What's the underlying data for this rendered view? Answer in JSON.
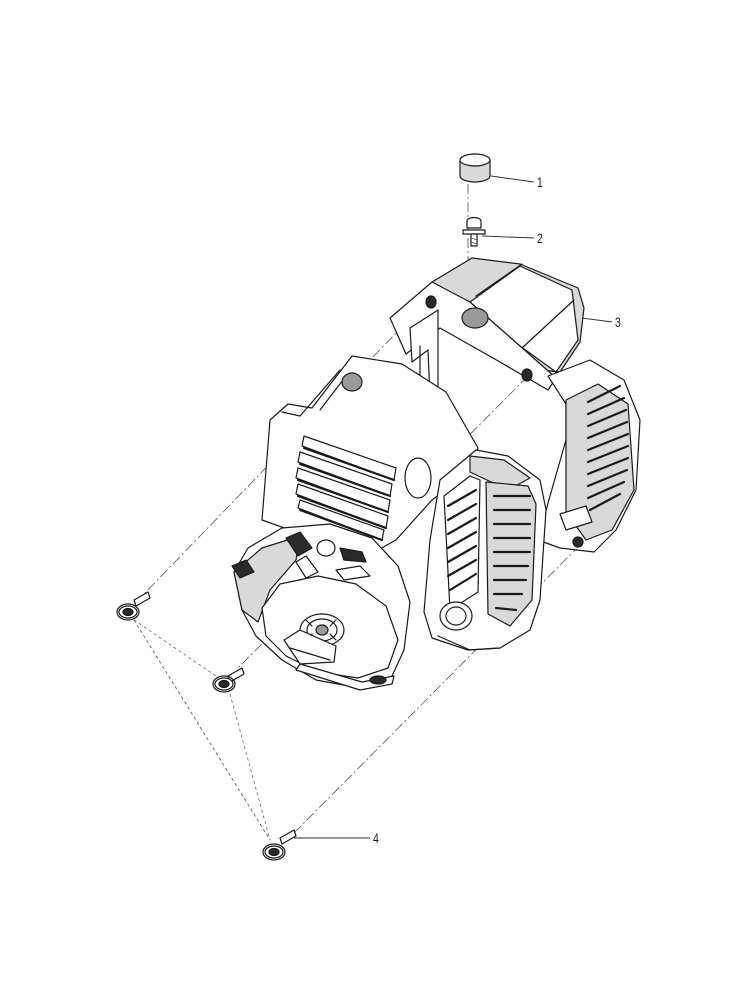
{
  "diagram": {
    "callouts": [
      {
        "id": "1",
        "label": "1"
      },
      {
        "id": "2",
        "label": "2"
      },
      {
        "id": "3",
        "label": "3"
      },
      {
        "id": "4",
        "label": "4"
      }
    ]
  },
  "colors": {
    "line": "#1a1a1a",
    "shade": "#d9d9d9",
    "dark": "#2a2a2a",
    "background": "#ffffff"
  }
}
